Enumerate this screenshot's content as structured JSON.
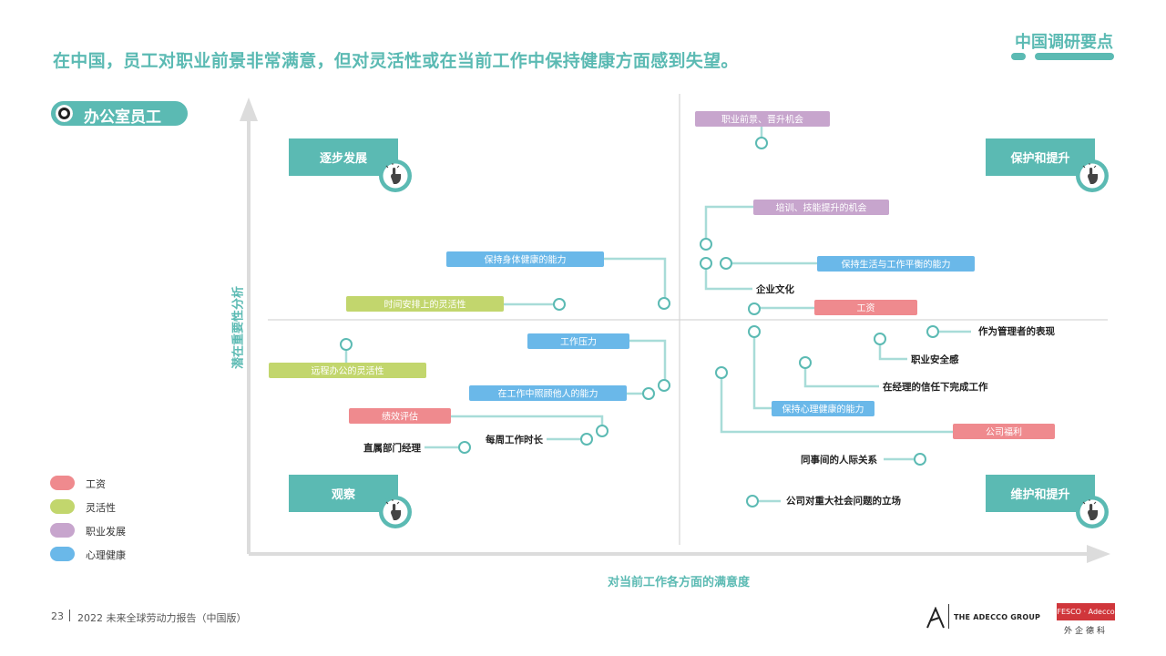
{
  "header": {
    "headline": "在中国，员工对职业前景非常满意，但对灵活性或在当前工作中保持健康方面感到失望。",
    "corner_title": "中国调研要点"
  },
  "segment": {
    "label": "办公室员工"
  },
  "colors": {
    "teal": "#5bbab3",
    "salary": "#ef8a8e",
    "flexibility": "#c2d66d",
    "career": "#c7a5cd",
    "wellbeing": "#6ab8e9"
  },
  "legend": [
    {
      "label": "工资",
      "color": "#ef8a8e"
    },
    {
      "label": "灵活性",
      "color": "#c2d66d"
    },
    {
      "label": "职业发展",
      "color": "#c7a5cd"
    },
    {
      "label": "心理健康",
      "color": "#6ab8e9"
    }
  ],
  "chart_data": {
    "type": "scatter",
    "xlabel": "对当前工作各方面的满意度",
    "ylabel": "潜在重要性分析",
    "quadrants": {
      "top_left": "逐步发展",
      "top_right": "保护和提升",
      "bottom_left": "观察",
      "bottom_right": "维护和提升"
    },
    "icon": "hand-pointer-icon"
  },
  "footer": {
    "page": "23",
    "report": "2022 未来全球劳动力报告（中国版）",
    "logo_group": "THE ADECCO GROUP",
    "logo_fesco": "FESCO · Adecco",
    "logo_fesco_sub": "外企德科"
  }
}
